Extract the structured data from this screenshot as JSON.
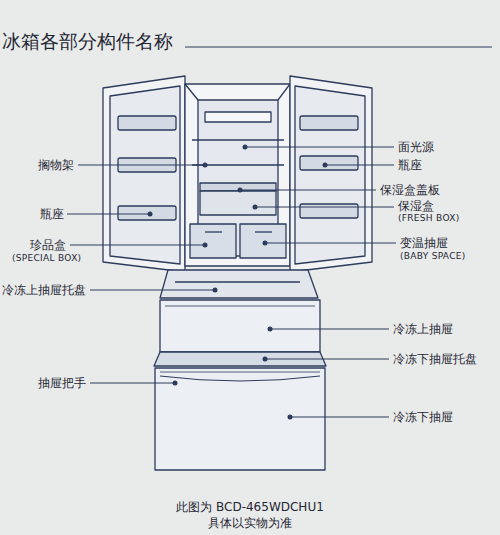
{
  "diagram": {
    "title": "冰箱各部分构件名称",
    "caption": "此图为 BCD-465WDCHU1",
    "labels": [
      "面光源",
      "搁物架",
      "瓶座",
      "保湿盒盖板",
      "保湿盒",
      "(FRESH BOX)",
      "瓶座",
      "珍品盒",
      "(SPECIAL BOX)",
      "变温抽屉",
      "(BABY SPACE)",
      "冷冻上抽屉托盘",
      "冷冻上抽屉",
      "冷冻下抽屉托盘",
      "抽屉把手",
      "冷冻下抽屉",
      "具体以实物为准"
    ]
  }
}
